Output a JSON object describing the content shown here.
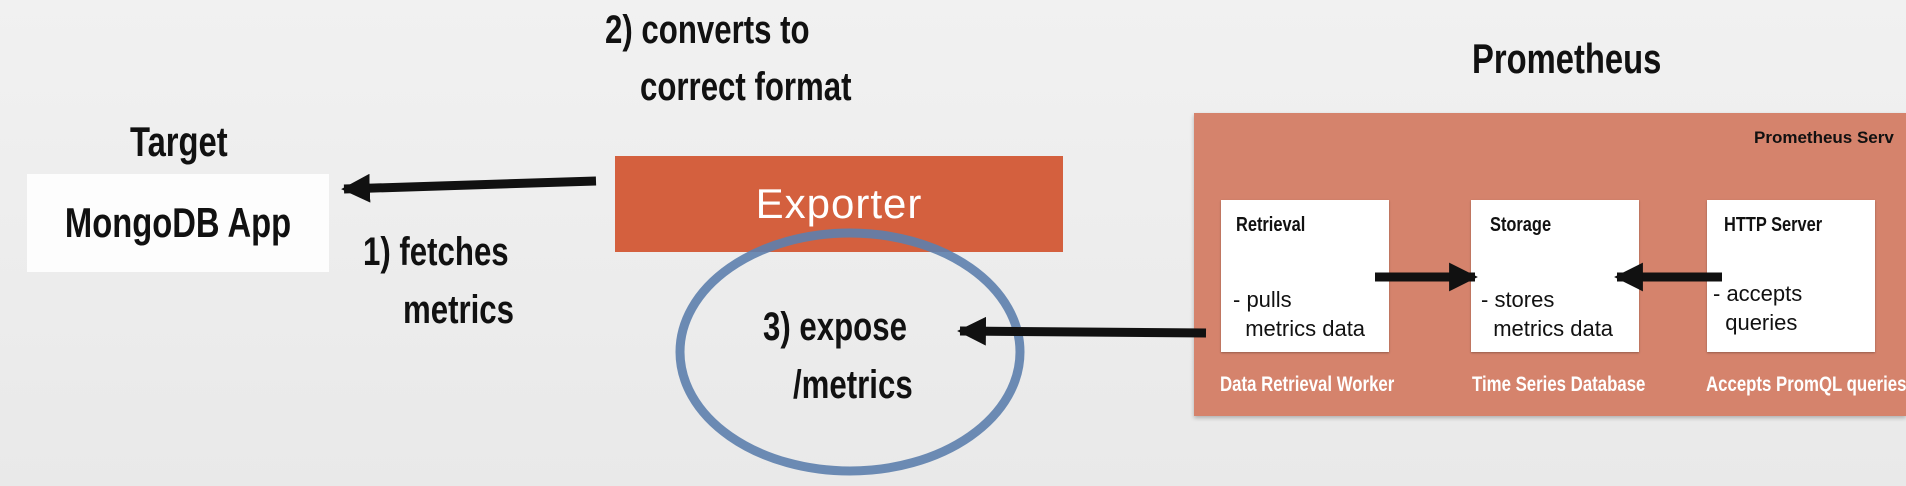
{
  "steps": {
    "step2_line1": "2) converts to",
    "step2_line2": "correct format",
    "step1_line1": "1) fetches",
    "step1_line2": "metrics",
    "step3_line1": "3) expose",
    "step3_line2": "/metrics"
  },
  "target": {
    "label": "Target",
    "app": "MongoDB App"
  },
  "exporter": {
    "label": "Exporter",
    "color": "#d4603e"
  },
  "prometheus": {
    "title": "Prometheus",
    "server_label": "Prometheus Serv",
    "panel_color": "#d5836c",
    "components": [
      {
        "title": "Retrieval",
        "desc": "- pulls\n  metrics data",
        "caption": "Data Retrieval Worker"
      },
      {
        "title": "Storage",
        "desc": "- stores\n  metrics data",
        "caption": "Time Series Database"
      },
      {
        "title": "HTTP Server",
        "desc": "- accepts\n  queries",
        "caption": "Accepts PromQL queries"
      }
    ]
  },
  "highlight_ellipse_color": "#5d80ad"
}
